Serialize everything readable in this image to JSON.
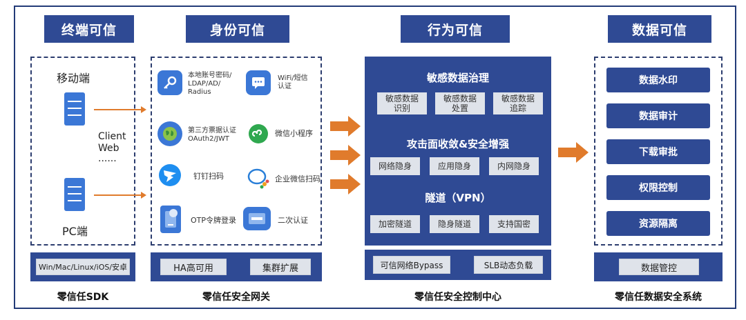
{
  "headers": {
    "terminal": "终端可信",
    "identity": "身份可信",
    "behavior": "行为可信",
    "data": "数据可信"
  },
  "sdk": {
    "mobile": "移动端",
    "pc": "PC端",
    "client": "Client",
    "web": "Web",
    "ellipsis": "......",
    "platforms": "Win/Mac/Linux/iOS/安卓",
    "footer": "零信任SDK"
  },
  "gateway": {
    "items": [
      {
        "icon": "key-icon",
        "text": "本地账号密码/\nLDAP/AD/\nRadius"
      },
      {
        "icon": "chat-icon",
        "text": "WiFi/短信\n认证"
      },
      {
        "icon": "globe-icon",
        "text": "第三方票据认证\nOAuth2/JWT"
      },
      {
        "icon": "miniprogram-icon",
        "text": "微信小程序"
      },
      {
        "icon": "dingtalk-icon",
        "text": "钉钉扫码"
      },
      {
        "icon": "wecom-icon",
        "text": "企业微信扫码"
      },
      {
        "icon": "otp-icon",
        "text": "OTP令牌登录"
      },
      {
        "icon": "second-auth-icon",
        "text": "二次认证"
      }
    ],
    "ha": "HA高可用",
    "cluster": "集群扩展",
    "footer": "零信任安全网关"
  },
  "control": {
    "section1": "敏感数据治理",
    "s1_items": [
      "敏感数据\n识别",
      "敏感数据\n处置",
      "敏感数据\n追踪"
    ],
    "section2": "攻击面收敛&安全增强",
    "s2_items": [
      "网络隐身",
      "应用隐身",
      "内网隐身"
    ],
    "section3": "隧道（VPN）",
    "s3_items": [
      "加密隧道",
      "隐身隧道",
      "支持国密"
    ],
    "bypass": "可信网络Bypass",
    "slb": "SLB动态负载",
    "footer": "零信任安全控制中心"
  },
  "datasys": {
    "items": [
      "数据水印",
      "数据审计",
      "下载审批",
      "权限控制",
      "资源隔离"
    ],
    "manage": "数据管控",
    "footer": "零信任数据安全系统"
  },
  "colors": {
    "primary": "#2f4a94",
    "accent": "#e07b2c",
    "chip": "#dfe3ea"
  }
}
